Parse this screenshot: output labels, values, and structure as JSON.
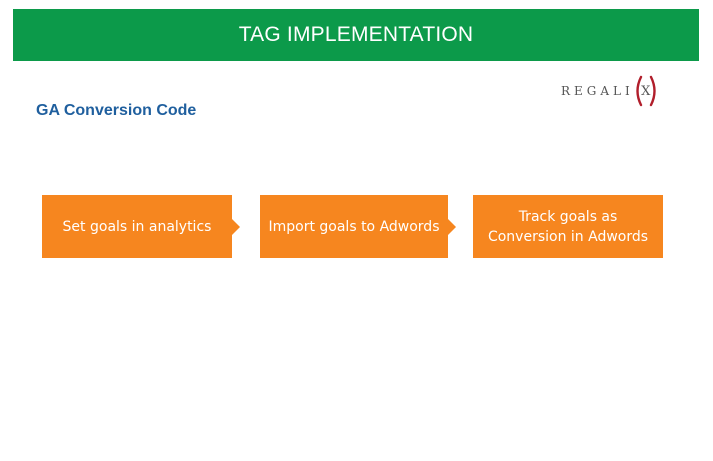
{
  "header": {
    "title": "TAG IMPLEMENTATION"
  },
  "logo": {
    "text": "REGALI",
    "x_letter": "X",
    "icon": "regalix-logo"
  },
  "subtitle": "GA Conversion Code",
  "flow": {
    "steps": [
      {
        "label": "Set goals in analytics"
      },
      {
        "label": "Import goals to Adwords"
      },
      {
        "label": "Track goals as Conversion in Adwords"
      }
    ]
  },
  "colors": {
    "header_bg": "#0c9a4a",
    "step_bg": "#f6861f",
    "subtitle": "#1f5f9e",
    "logo_accent": "#b11e2b"
  }
}
